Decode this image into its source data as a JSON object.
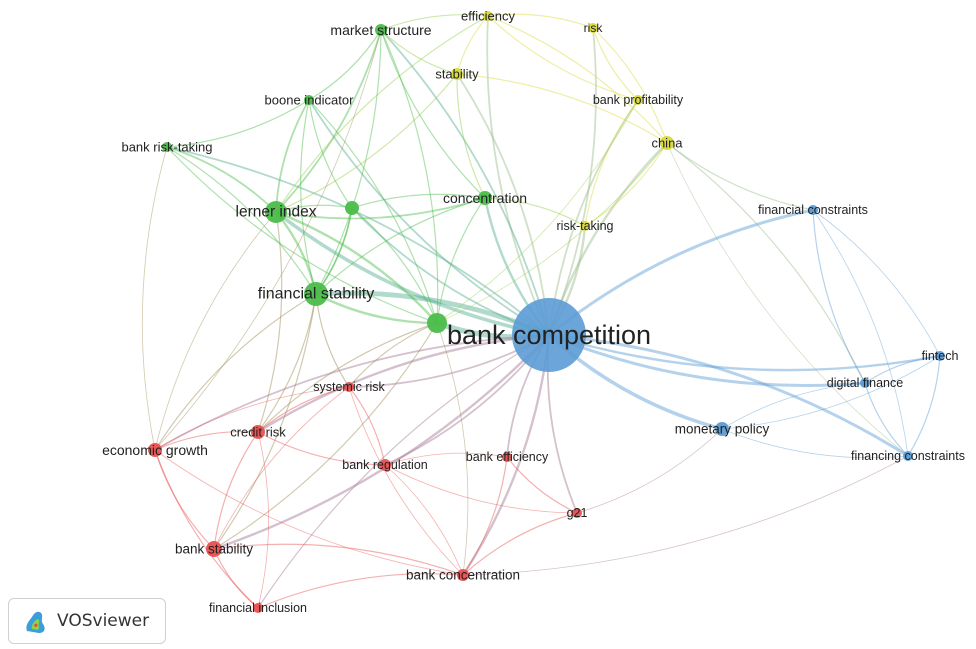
{
  "colors": {
    "cluster_red": "#e8504f",
    "cluster_green": "#4bbd4a",
    "cluster_blue": "#5b9bd5",
    "cluster_yellow": "#d9d93a"
  },
  "logo": {
    "text": "VOSviewer",
    "icon": "vosviewer-logo-icon"
  },
  "nodes": [
    {
      "id": "bank_competition",
      "label": "bank competition",
      "cluster": "blue",
      "weight": 100
    },
    {
      "id": "efficiency",
      "label": "efficiency",
      "cluster": "yellow",
      "weight": 10
    },
    {
      "id": "risk",
      "label": "risk",
      "cluster": "yellow",
      "weight": 9
    },
    {
      "id": "market_structure",
      "label": "market structure",
      "cluster": "green",
      "weight": 11
    },
    {
      "id": "stability",
      "label": "stability",
      "cluster": "yellow",
      "weight": 11
    },
    {
      "id": "boone_indicator",
      "label": "boone indicator",
      "cluster": "green",
      "weight": 9
    },
    {
      "id": "bank_profitability",
      "label": "bank profitability",
      "cluster": "yellow",
      "weight": 9
    },
    {
      "id": "bank_risk_taking",
      "label": "bank risk-taking",
      "cluster": "green",
      "weight": 9
    },
    {
      "id": "china",
      "label": "china",
      "cluster": "yellow",
      "weight": 12
    },
    {
      "id": "lerner_index",
      "label": "lerner index",
      "cluster": "green",
      "weight": 22
    },
    {
      "id": "concentration",
      "label": "concentration",
      "cluster": "green",
      "weight": 12
    },
    {
      "id": "financial_constraints",
      "label": "financial constraints",
      "cluster": "blue",
      "weight": 10
    },
    {
      "id": "risk_taking",
      "label": "risk-taking",
      "cluster": "yellow",
      "weight": 10
    },
    {
      "id": "financial_stability",
      "label": "financial stability",
      "cluster": "green",
      "weight": 24
    },
    {
      "id": "green_hub",
      "label": "",
      "cluster": "green",
      "weight": 20
    },
    {
      "id": "green_mid",
      "label": "",
      "cluster": "green",
      "weight": 13
    },
    {
      "id": "fintech",
      "label": "fintech",
      "cluster": "blue",
      "weight": 10
    },
    {
      "id": "digital_finance",
      "label": "digital finance",
      "cluster": "blue",
      "weight": 10
    },
    {
      "id": "systemic_risk",
      "label": "systemic risk",
      "cluster": "red",
      "weight": 10
    },
    {
      "id": "credit_risk",
      "label": "credit risk",
      "cluster": "red",
      "weight": 13
    },
    {
      "id": "monetary_policy",
      "label": "monetary policy",
      "cluster": "blue",
      "weight": 14
    },
    {
      "id": "economic_growth",
      "label": "economic growth",
      "cluster": "red",
      "weight": 13
    },
    {
      "id": "bank_efficiency",
      "label": "bank efficiency",
      "cluster": "red",
      "weight": 10
    },
    {
      "id": "bank_regulation",
      "label": "bank regulation",
      "cluster": "red",
      "weight": 11
    },
    {
      "id": "financing_constraints",
      "label": "financing constraints",
      "cluster": "blue",
      "weight": 10
    },
    {
      "id": "g21",
      "label": "g21",
      "cluster": "red",
      "weight": 10
    },
    {
      "id": "bank_stability",
      "label": "bank stability",
      "cluster": "red",
      "weight": 15
    },
    {
      "id": "bank_concentration",
      "label": "bank concentration",
      "cluster": "red",
      "weight": 12
    },
    {
      "id": "financial_inclusion",
      "label": "financial inclusion",
      "cluster": "red",
      "weight": 10
    }
  ],
  "links": [
    [
      "bank_competition",
      "green_hub",
      9
    ],
    [
      "bank_competition",
      "financial_stability",
      8
    ],
    [
      "bank_competition",
      "lerner_index",
      6
    ],
    [
      "bank_competition",
      "monetary_policy",
      6
    ],
    [
      "bank_competition",
      "financial_constraints",
      5
    ],
    [
      "bank_competition",
      "digital_finance",
      5
    ],
    [
      "bank_competition",
      "financing_constraints",
      5
    ],
    [
      "bank_competition",
      "fintech",
      4
    ],
    [
      "bank_competition",
      "china",
      4
    ],
    [
      "bank_competition",
      "risk_taking",
      4
    ],
    [
      "bank_competition",
      "concentration",
      4
    ],
    [
      "bank_competition",
      "stability",
      3
    ],
    [
      "bank_competition",
      "efficiency",
      3
    ],
    [
      "bank_competition",
      "market_structure",
      3
    ],
    [
      "bank_competition",
      "bank_stability",
      4
    ],
    [
      "bank_competition",
      "credit_risk",
      4
    ],
    [
      "bank_competition",
      "bank_concentration",
      4
    ],
    [
      "bank_competition",
      "g21",
      3
    ],
    [
      "bank_competition",
      "bank_regulation",
      3
    ],
    [
      "bank_competition",
      "bank_efficiency",
      3
    ],
    [
      "bank_competition",
      "systemic_risk",
      3
    ],
    [
      "bank_competition",
      "economic_growth",
      3
    ],
    [
      "bank_competition",
      "bank_profitability",
      3
    ],
    [
      "bank_competition",
      "risk",
      3
    ],
    [
      "bank_competition",
      "boone_indicator",
      3
    ],
    [
      "bank_competition",
      "bank_risk_taking",
      3
    ],
    [
      "bank_competition",
      "green_mid",
      3
    ],
    [
      "bank_competition",
      "financial_inclusion",
      2
    ],
    [
      "lerner_index",
      "financial_stability",
      4
    ],
    [
      "lerner_index",
      "bank_risk_taking",
      3
    ],
    [
      "lerner_index",
      "boone_indicator",
      3
    ],
    [
      "lerner_index",
      "market_structure",
      3
    ],
    [
      "lerner_index",
      "green_hub",
      4
    ],
    [
      "lerner_index",
      "concentration",
      3
    ],
    [
      "lerner_index",
      "credit_risk",
      2
    ],
    [
      "lerner_index",
      "stability",
      2
    ],
    [
      "lerner_index",
      "efficiency",
      2
    ],
    [
      "financial_stability",
      "green_hub",
      4
    ],
    [
      "financial_stability",
      "credit_risk",
      2
    ],
    [
      "financial_stability",
      "systemic_risk",
      2
    ],
    [
      "financial_stability",
      "bank_stability",
      2
    ],
    [
      "financial_stability",
      "economic_growth",
      2
    ],
    [
      "financial_stability",
      "concentration",
      2
    ],
    [
      "financial_stability",
      "market_structure",
      2
    ],
    [
      "financial_stability",
      "boone_indicator",
      2
    ],
    [
      "financial_stability",
      "green_mid",
      3
    ],
    [
      "market_structure",
      "efficiency",
      2
    ],
    [
      "market_structure",
      "stability",
      2
    ],
    [
      "market_structure",
      "boone_indicator",
      2
    ],
    [
      "market_structure",
      "concentration",
      2
    ],
    [
      "market_structure",
      "green_hub",
      2
    ],
    [
      "boone_indicator",
      "green_mid",
      2
    ],
    [
      "boone_indicator",
      "green_hub",
      2
    ],
    [
      "bank_risk_taking",
      "green_hub",
      2
    ],
    [
      "bank_risk_taking",
      "financial_stability",
      2
    ],
    [
      "bank_risk_taking",
      "boone_indicator",
      2
    ],
    [
      "efficiency",
      "risk",
      2
    ],
    [
      "efficiency",
      "stability",
      2
    ],
    [
      "efficiency",
      "china",
      2
    ],
    [
      "efficiency",
      "bank_profitability",
      2
    ],
    [
      "risk",
      "china",
      2
    ],
    [
      "risk",
      "bank_profitability",
      2
    ],
    [
      "stability",
      "china",
      2
    ],
    [
      "stability",
      "concentration",
      2
    ],
    [
      "china",
      "risk_taking",
      2
    ],
    [
      "china",
      "financial_constraints",
      2
    ],
    [
      "china",
      "digital_finance",
      2
    ],
    [
      "china",
      "financing_constraints",
      1
    ],
    [
      "china",
      "green_hub",
      1
    ],
    [
      "bank_profitability",
      "risk_taking",
      2
    ],
    [
      "bank_profitability",
      "green_hub",
      1
    ],
    [
      "concentration",
      "green_hub",
      2
    ],
    [
      "concentration",
      "risk_taking",
      2
    ],
    [
      "concentration",
      "green_mid",
      2
    ],
    [
      "green_mid",
      "green_hub",
      2
    ],
    [
      "green_mid",
      "lerner_index",
      2
    ],
    [
      "green_mid",
      "financial_stability",
      2
    ],
    [
      "fintech",
      "digital_finance",
      2
    ],
    [
      "fintech",
      "financing_constraints",
      2
    ],
    [
      "fintech",
      "financial_constraints",
      1
    ],
    [
      "fintech",
      "monetary_policy",
      1
    ],
    [
      "digital_finance",
      "financing_constraints",
      2
    ],
    [
      "digital_finance",
      "financial_constraints",
      2
    ],
    [
      "digital_finance",
      "monetary_policy",
      1
    ],
    [
      "financial_constraints",
      "financing_constraints",
      1
    ],
    [
      "monetary_policy",
      "financing_constraints",
      1
    ],
    [
      "financing_constraints",
      "bank_concentration",
      1
    ],
    [
      "economic_growth",
      "bank_stability",
      2
    ],
    [
      "economic_growth",
      "credit_risk",
      2
    ],
    [
      "economic_growth",
      "financial_inclusion",
      2
    ],
    [
      "economic_growth",
      "systemic_risk",
      1
    ],
    [
      "economic_growth",
      "bank_concentration",
      1
    ],
    [
      "economic_growth",
      "lerner_index",
      1
    ],
    [
      "credit_risk",
      "bank_stability",
      2
    ],
    [
      "credit_risk",
      "systemic_risk",
      2
    ],
    [
      "credit_risk",
      "bank_regulation",
      2
    ],
    [
      "credit_risk",
      "green_hub",
      2
    ],
    [
      "bank_stability",
      "financial_inclusion",
      2
    ],
    [
      "bank_stability",
      "bank_concentration",
      2
    ],
    [
      "bank_stability",
      "green_hub",
      2
    ],
    [
      "bank_stability",
      "systemic_risk",
      1
    ],
    [
      "bank_regulation",
      "systemic_risk",
      2
    ],
    [
      "bank_regulation",
      "bank_efficiency",
      1
    ],
    [
      "bank_regulation",
      "g21",
      1
    ],
    [
      "bank_regulation",
      "bank_concentration",
      1
    ],
    [
      "bank_efficiency",
      "g21",
      2
    ],
    [
      "bank_efficiency",
      "bank_concentration",
      2
    ],
    [
      "g21",
      "bank_concentration",
      2
    ],
    [
      "financial_inclusion",
      "bank_concentration",
      2
    ],
    [
      "financial_inclusion",
      "credit_risk",
      1
    ],
    [
      "bank_concentration",
      "systemic_risk",
      1
    ],
    [
      "bank_concentration",
      "green_hub",
      1
    ],
    [
      "systemic_risk",
      "green_hub",
      2
    ],
    [
      "bank_risk_taking",
      "economic_growth",
      1
    ],
    [
      "market_structure",
      "economic_growth",
      1
    ],
    [
      "g21",
      "monetary_policy",
      1
    ]
  ]
}
